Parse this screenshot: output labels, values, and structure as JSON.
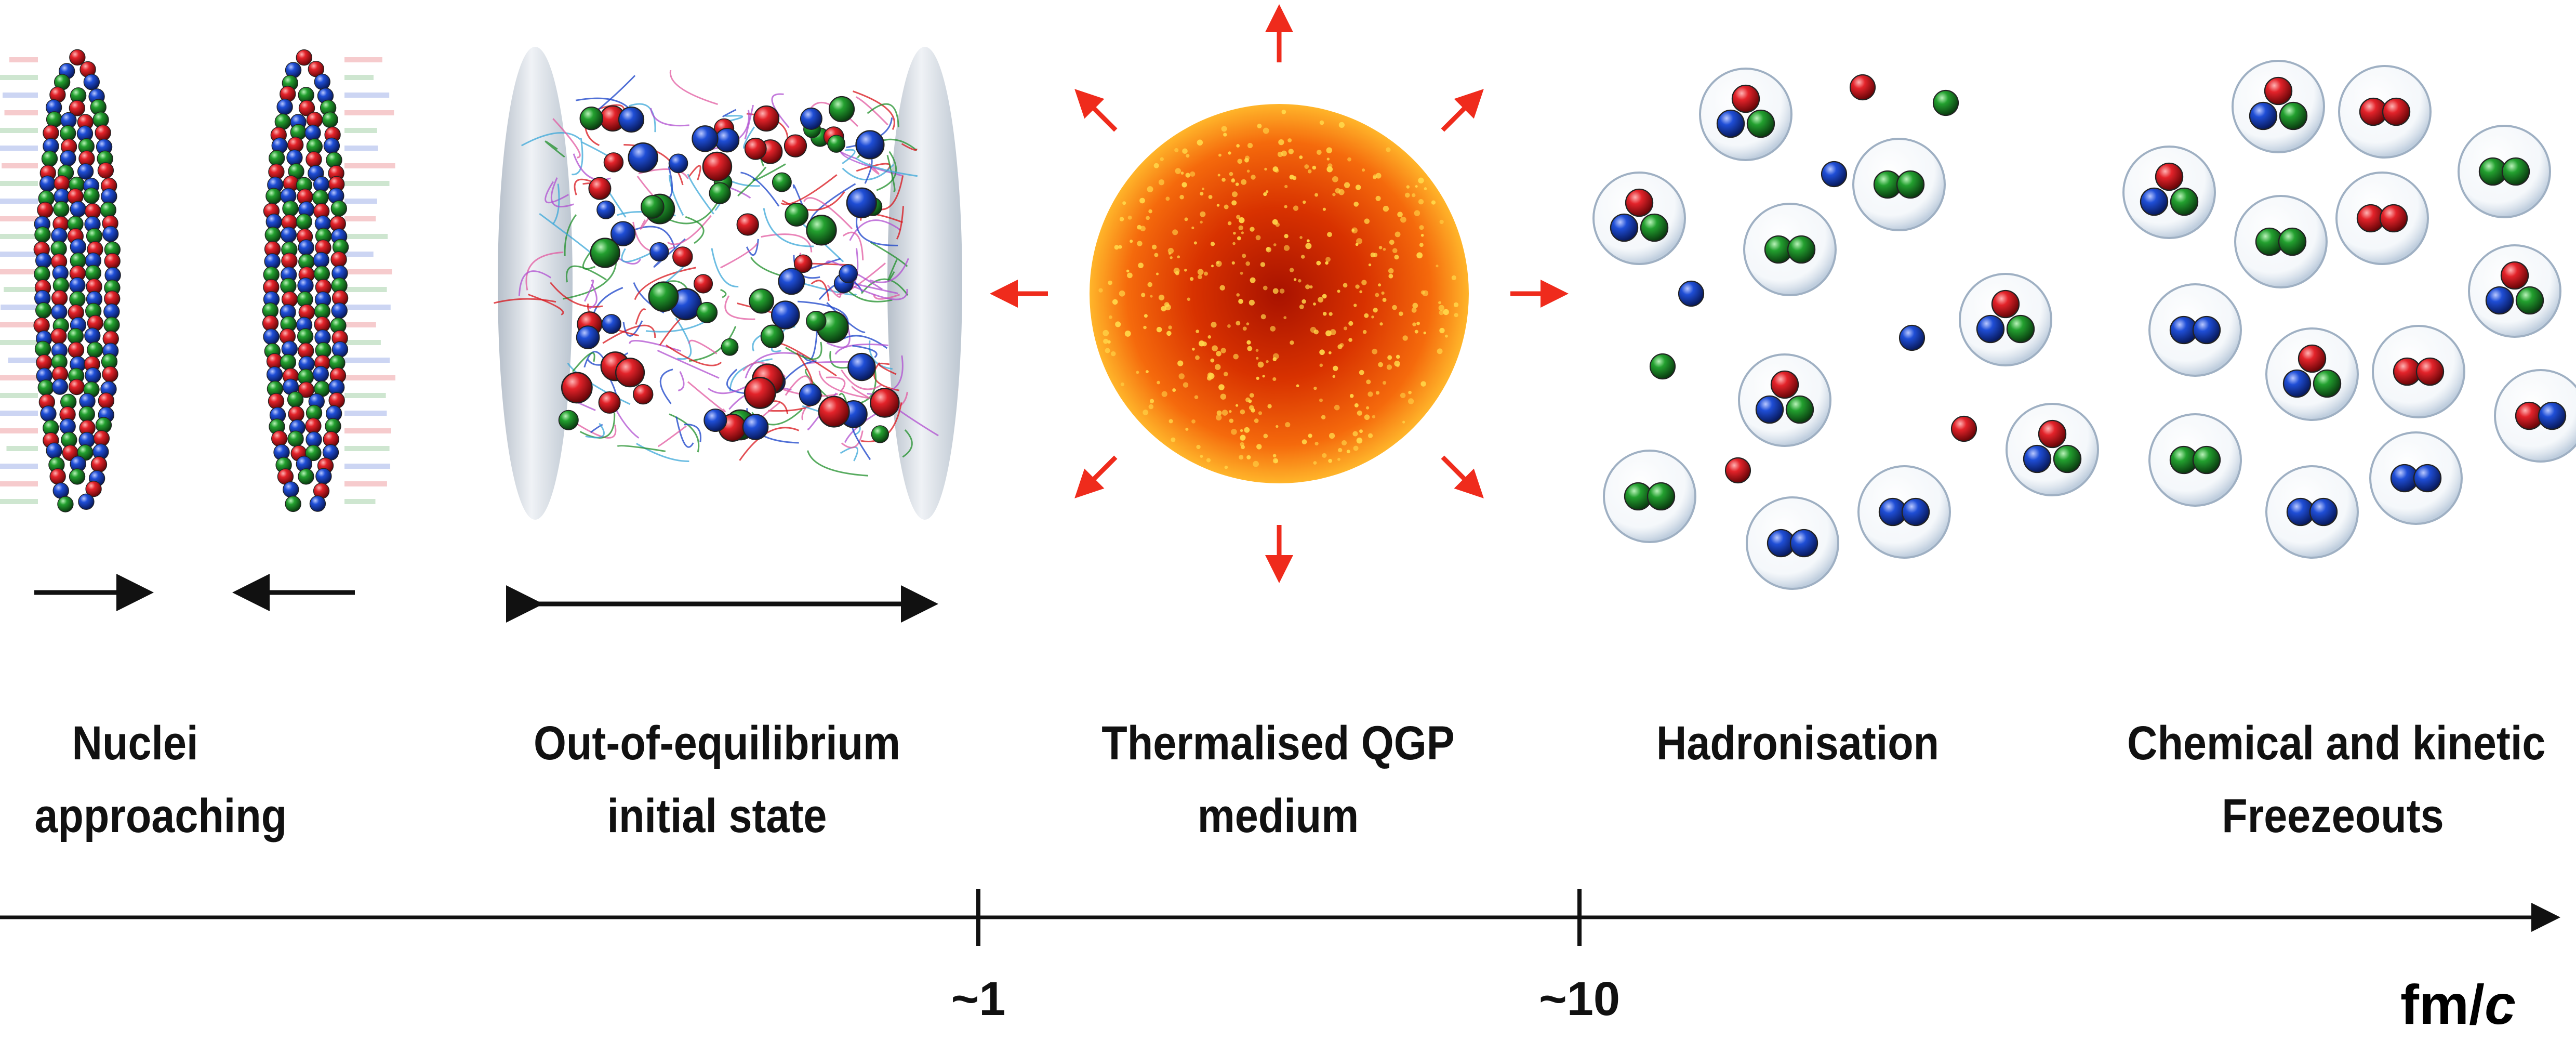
{
  "stages": [
    {
      "id": "nuclei",
      "lines": [
        "Nuclei",
        "approaching"
      ]
    },
    {
      "id": "initial",
      "lines": [
        "Out-of-equilibrium",
        "initial state"
      ]
    },
    {
      "id": "qgp",
      "lines": [
        "Thermalised QGP",
        "medium"
      ]
    },
    {
      "id": "hadronisation",
      "lines": [
        "Hadronisation"
      ]
    },
    {
      "id": "freezeout",
      "lines": [
        "Chemical and kinetic",
        "Freezeouts"
      ]
    }
  ],
  "axis": {
    "ticks": [
      "~1",
      "~10"
    ],
    "unit_prefix": "fm/",
    "unit_italic": "c"
  },
  "colors": {
    "quark_red": "#d8141b",
    "quark_green": "#1f8f2a",
    "quark_blue": "#1740c8",
    "arrow_red": "#ef2b1c",
    "axis": "#111111",
    "qgp_core": "#c21a00",
    "qgp_mid": "#f05a0a",
    "qgp_edge": "#ffb020",
    "bubble": "#c9d6e3",
    "nucleus_disc": "#d5dbe2"
  },
  "icons": [
    "arrow-right-icon",
    "arrow-left-icon",
    "double-arrow-icon",
    "expansion-arrow-icon"
  ]
}
